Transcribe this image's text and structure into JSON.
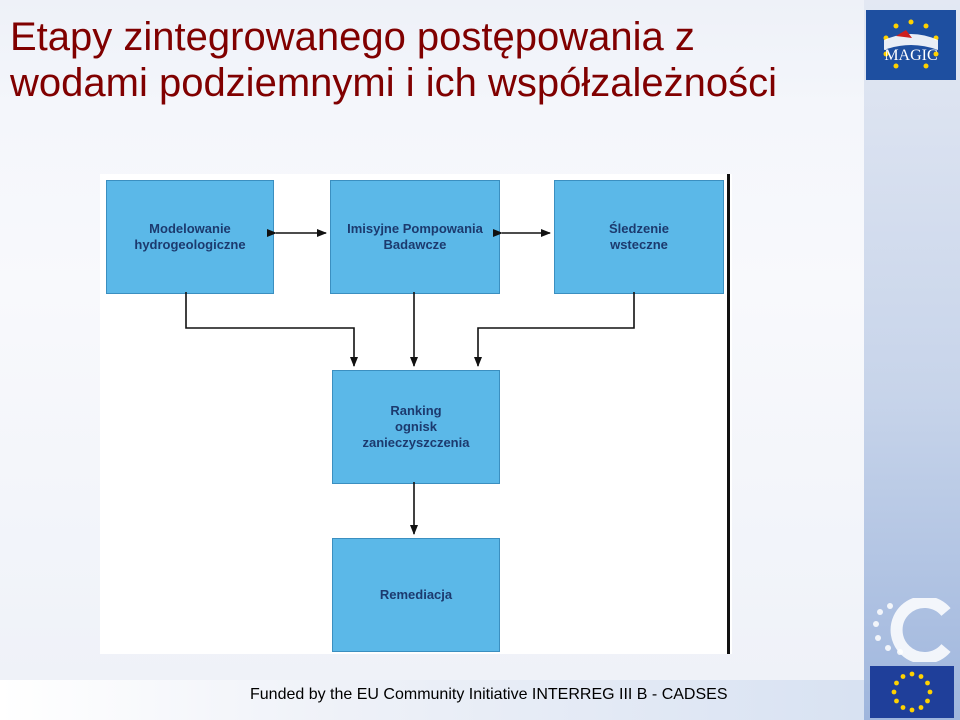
{
  "title": {
    "line1": "Etapy zintegrowanego postępowania z",
    "line2": "wodami podziemnymi i ich współzależności"
  },
  "diagram": {
    "nodes": {
      "modelowanie": "Modelowanie\nhydrogeologiczne",
      "imisyjne": "Imisyjne Pompowania\nBadawcze",
      "sledzenie": "Śledzenie\nwsteczne",
      "ranking": "Ranking\nognisk\nzanieczyszczenia",
      "remediacja": "Remediacja"
    }
  },
  "logo": {
    "text": "MAGIC"
  },
  "footer": {
    "text": "Funded by the EU Community Initiative INTERREG III B - CADSES"
  },
  "colors": {
    "title": "#800000",
    "node_fill": "#5bb8e8",
    "node_text": "#1c3a6e"
  }
}
